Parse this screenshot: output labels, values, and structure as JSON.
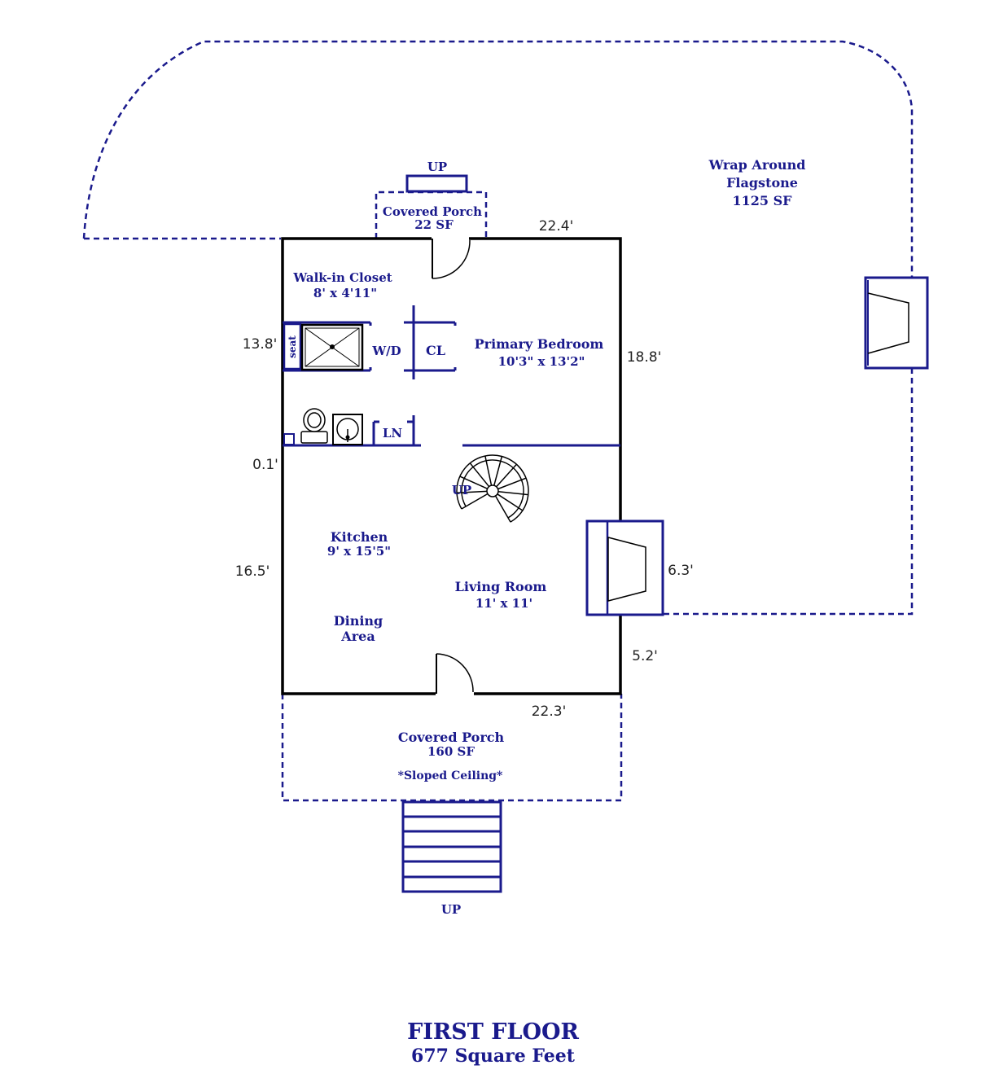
{
  "colors": {
    "ink": "#1a1a8c",
    "dim_text": "#222222",
    "walls": "#000000"
  },
  "caption": {
    "title": "FIRST FLOOR",
    "subtitle": "677 Square Feet"
  },
  "rooms": {
    "walk_in_closet": {
      "name": "Walk-in Closet",
      "size": "8' x 4'11\""
    },
    "primary_bedroom": {
      "name": "Primary Bedroom",
      "size": "10'3\" x 13'2\""
    },
    "kitchen": {
      "name": "Kitchen",
      "size": "9' x 15'5\""
    },
    "living_room": {
      "name": "Living Room",
      "size": "11' x 11'"
    },
    "dining_area": {
      "line1": "Dining",
      "line2": "Area"
    },
    "front_porch": {
      "name": "Covered Porch",
      "size": "160 SF",
      "note": "*Sloped Ceiling*"
    },
    "back_porch": {
      "name": "Covered Porch",
      "size": "22 SF"
    },
    "flagstone": {
      "line1": "Wrap Around",
      "line2": "Flagstone",
      "line3": "1125 SF"
    }
  },
  "fixtures": {
    "washer_dryer": "W/D",
    "closet": "CL",
    "linen": "LN",
    "seat": "seat"
  },
  "stairs": {
    "spiral": "UP",
    "top_step": "UP",
    "front_steps": "UP"
  },
  "dimensions": {
    "top": "22.4'",
    "bottom": "22.3'",
    "left_upper": "13.8'",
    "left_gap": "0.1'",
    "left_lower": "16.5'",
    "right_upper": "18.8'",
    "right_fireplace": "6.3'",
    "right_lower": "5.2'"
  }
}
